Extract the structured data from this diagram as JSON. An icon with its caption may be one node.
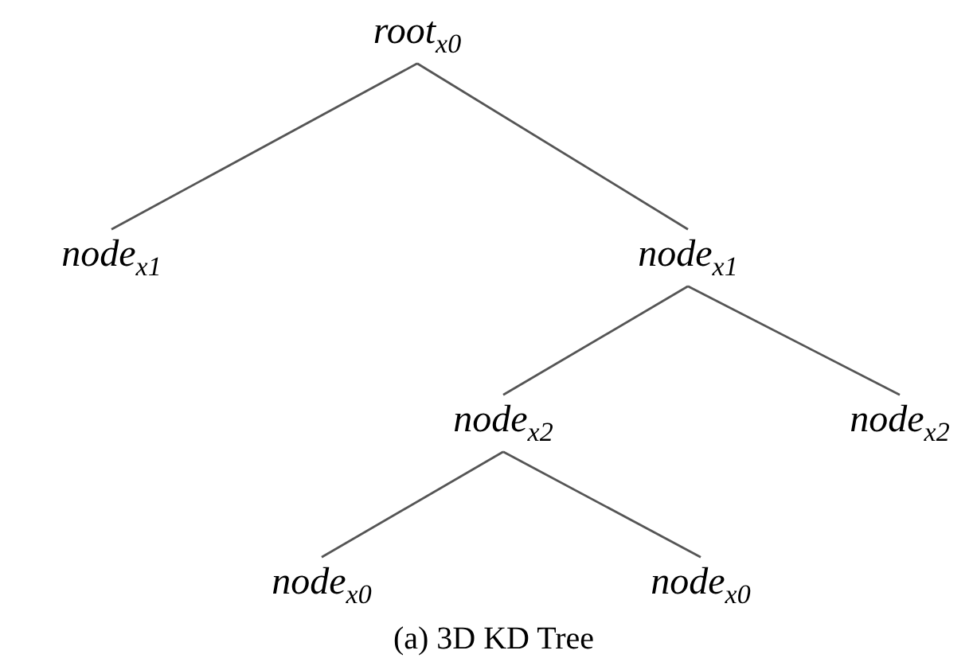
{
  "diagram": {
    "caption": "(a) 3D KD Tree",
    "nodes": [
      {
        "text": [
          "root$_{x0}$"
        ]
      },
      {
        "text": [
          "node$_{x1}$"
        ]
      },
      {
        "text": [
          "node$_{x1}$"
        ]
      },
      {
        "text": [
          "node$_{x2}$"
        ]
      },
      {
        "text": [
          "node$_{x2}$"
        ]
      },
      {
        "text": [
          "node$_{x0}$"
        ]
      },
      {
        "text": [
          "node$_{x0}$"
        ]
      }
    ],
    "edges": [
      {
        "from": 0,
        "to": 1,
        "arrow": "none"
      },
      {
        "from": 0,
        "to": 2,
        "arrow": "none"
      },
      {
        "from": 2,
        "to": 3,
        "arrow": "none"
      },
      {
        "from": 2,
        "to": 4,
        "arrow": "none"
      },
      {
        "from": 3,
        "to": 5,
        "arrow": "none"
      },
      {
        "from": 3,
        "to": 6,
        "arrow": "none"
      }
    ]
  }
}
